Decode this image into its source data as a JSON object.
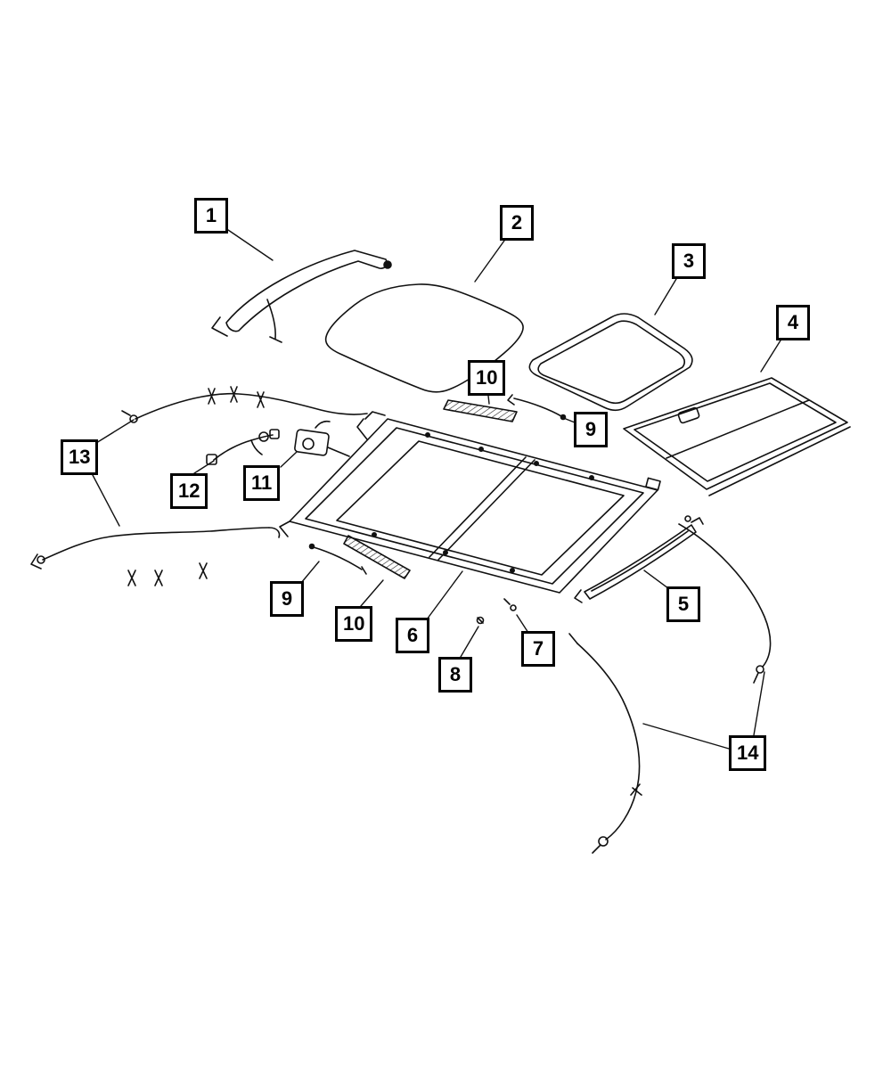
{
  "colors": {
    "background": "#ffffff",
    "line": "#111111",
    "callout_border": "#000000",
    "callout_text": "#000000"
  },
  "callouts": [
    {
      "label": "1"
    },
    {
      "label": "2"
    },
    {
      "label": "3"
    },
    {
      "label": "4"
    },
    {
      "label": "10"
    },
    {
      "label": "9"
    },
    {
      "label": "13"
    },
    {
      "label": "12"
    },
    {
      "label": "11"
    },
    {
      "label": "9"
    },
    {
      "label": "10"
    },
    {
      "label": "6"
    },
    {
      "label": "8"
    },
    {
      "label": "7"
    },
    {
      "label": "5"
    },
    {
      "label": "14"
    }
  ]
}
